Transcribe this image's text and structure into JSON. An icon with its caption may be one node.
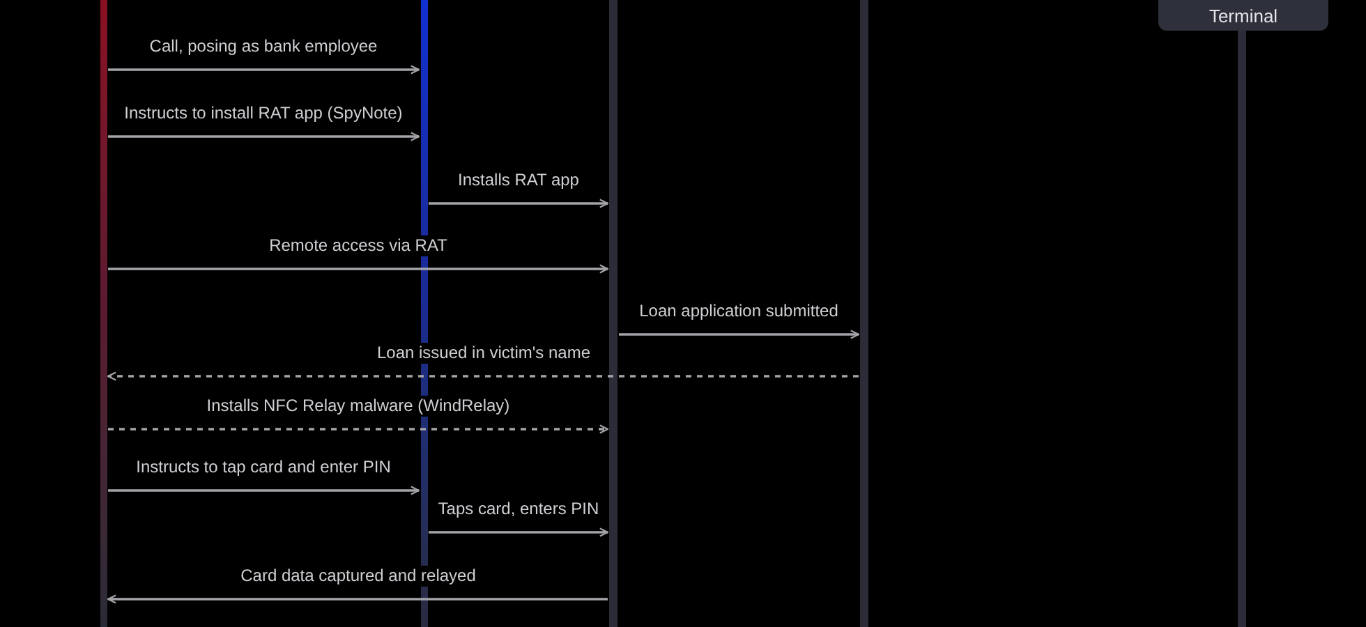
{
  "diagram": {
    "nodes": [
      {
        "text": [],
        "shape": "bar"
      },
      {
        "text": [],
        "shape": "bar"
      },
      {
        "text": [],
        "shape": "bar"
      },
      {
        "text": [],
        "shape": "bar"
      },
      {
        "text": [
          "Terminal"
        ]
      }
    ],
    "edges": [
      {
        "from": 0,
        "to": 1,
        "arrow": "to",
        "label": "Call, posing as bank employee"
      },
      {
        "from": 0,
        "to": 1,
        "arrow": "to",
        "label": "Instructs to install RAT app (SpyNote)"
      },
      {
        "from": 1,
        "to": 2,
        "arrow": "to",
        "label": "Installs RAT app"
      },
      {
        "from": 0,
        "to": 2,
        "arrow": "to",
        "label": "Remote access via RAT"
      },
      {
        "from": 2,
        "to": 3,
        "arrow": "to",
        "label": "Loan application submitted"
      },
      {
        "from": 3,
        "to": 0,
        "arrow": "to",
        "label": "Loan issued in victim's name",
        "style": "dashed"
      },
      {
        "from": 0,
        "to": 2,
        "arrow": "to",
        "label": "Installs NFC Relay malware (WindRelay)",
        "style": "dashed"
      },
      {
        "from": 0,
        "to": 1,
        "arrow": "to",
        "label": "Instructs to tap card and enter PIN"
      },
      {
        "from": 1,
        "to": 2,
        "arrow": "to",
        "label": "Taps card, enters PIN"
      },
      {
        "from": 2,
        "to": 0,
        "arrow": "to",
        "label": "Card data captured and relayed"
      }
    ]
  }
}
